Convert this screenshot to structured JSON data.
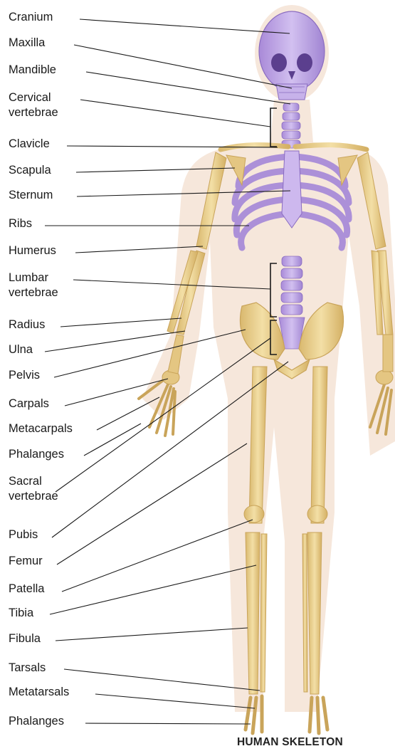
{
  "diagram": {
    "caption": "HUMAN SKELETON",
    "labels": [
      {
        "id": "cranium",
        "text": "Cranium"
      },
      {
        "id": "maxilla",
        "text": "Maxilla"
      },
      {
        "id": "mandible",
        "text": "Mandible"
      },
      {
        "id": "cervical",
        "text": "Cervical\nvertebrae"
      },
      {
        "id": "clavicle",
        "text": "Clavicle"
      },
      {
        "id": "scapula",
        "text": "Scapula"
      },
      {
        "id": "sternum",
        "text": "Sternum"
      },
      {
        "id": "ribs",
        "text": "Ribs"
      },
      {
        "id": "humerus",
        "text": "Humerus"
      },
      {
        "id": "lumbar",
        "text": "Lumbar\nvertebrae"
      },
      {
        "id": "radius",
        "text": "Radius"
      },
      {
        "id": "ulna",
        "text": "Ulna"
      },
      {
        "id": "pelvis",
        "text": "Pelvis"
      },
      {
        "id": "carpals",
        "text": "Carpals"
      },
      {
        "id": "metacarpals",
        "text": "Metacarpals"
      },
      {
        "id": "phalanges-hand",
        "text": "Phalanges"
      },
      {
        "id": "sacral",
        "text": "Sacral\nvertebrae"
      },
      {
        "id": "pubis",
        "text": "Pubis"
      },
      {
        "id": "femur",
        "text": "Femur"
      },
      {
        "id": "patella",
        "text": "Patella"
      },
      {
        "id": "tibia",
        "text": "Tibia"
      },
      {
        "id": "fibula",
        "text": "Fibula"
      },
      {
        "id": "tarsals",
        "text": "Tarsals"
      },
      {
        "id": "metatarsals",
        "text": "Metatarsals"
      },
      {
        "id": "phalanges-foot",
        "text": "Phalanges"
      }
    ],
    "colors": {
      "bone": "#e9cf8f",
      "bone_outline": "#c9a45a",
      "axial_bone": "#b89ae0",
      "axial_outline": "#8a6cc0",
      "body_silhouette": "#f2dccb",
      "leader_line": "#1a1a1a"
    }
  }
}
